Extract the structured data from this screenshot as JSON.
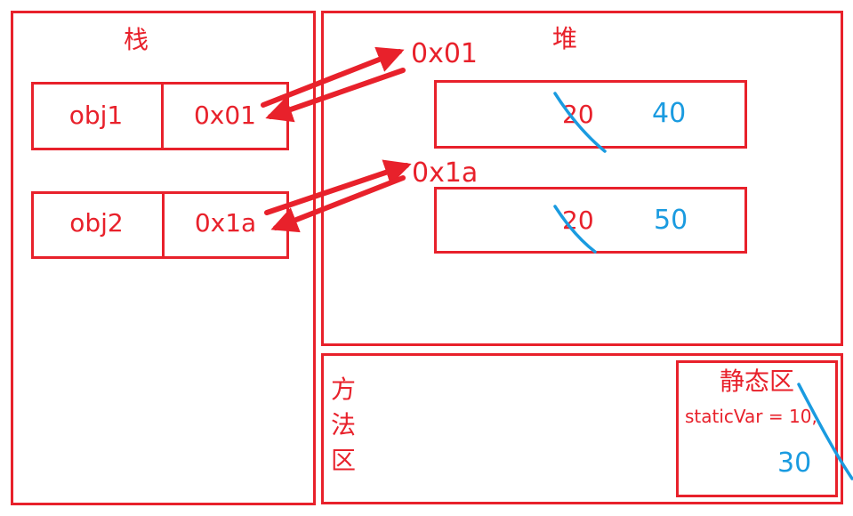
{
  "stack": {
    "title": "栈",
    "rows": [
      {
        "name": "obj1",
        "address": "0x01"
      },
      {
        "name": "obj2",
        "address": "0x1a"
      }
    ]
  },
  "heap": {
    "title": "堆",
    "objects": [
      {
        "address": "0x01",
        "old_value": "20",
        "new_value": "40"
      },
      {
        "address": "0x1a",
        "old_value": "20",
        "new_value": "50"
      }
    ]
  },
  "method_area": {
    "title": "方法区",
    "static_area": {
      "title": "静态区",
      "declaration": "staticVar = 10;",
      "new_value": "30"
    }
  },
  "colors": {
    "boxes": "#e8212b",
    "arrows": "#e8212b",
    "annotations": "#1a9be0"
  }
}
